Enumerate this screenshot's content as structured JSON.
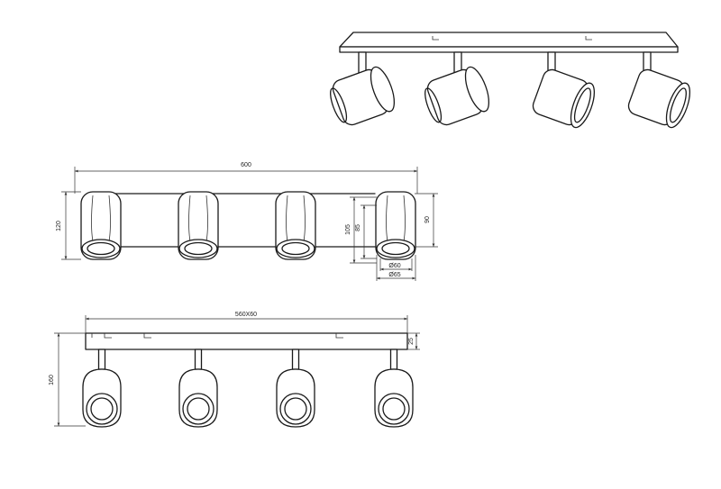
{
  "diagram": {
    "line_color": "#1a1a1a",
    "background": "#ffffff",
    "views": [
      {
        "name": "perspective-view",
        "spot_count": 4
      },
      {
        "name": "top-view",
        "spot_count": 4
      },
      {
        "name": "front-view",
        "spot_count": 4
      }
    ],
    "dimensions": {
      "top_overall_width": "600",
      "top_height_left": "120",
      "top_height_right": "90",
      "top_spot_height_outer": "105",
      "top_spot_height_inner": "85",
      "top_spot_diameter_small": "Ø60",
      "top_spot_diameter_large": "Ø65",
      "front_base_size": "560X60",
      "front_base_height": "25",
      "front_total_height": "160"
    }
  }
}
